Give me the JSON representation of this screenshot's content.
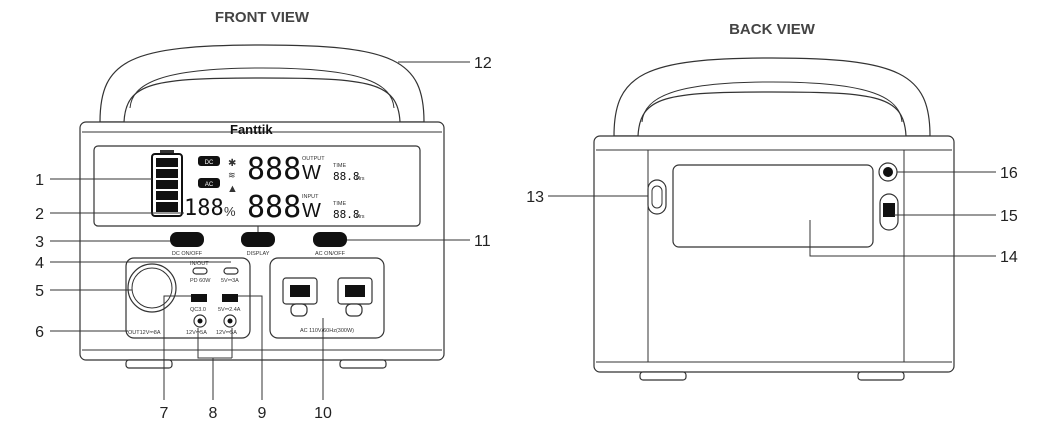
{
  "titles": {
    "front": "FRONT VIEW",
    "back": "BACK VIEW"
  },
  "brand": "Fanttik",
  "lcd": {
    "dc_label": "DC",
    "ac_label": "AC",
    "output_label": "OUTPUT",
    "input_label": "INPUT",
    "time_label": "TIME",
    "hrs_label": "Hrs",
    "power_digits": "888",
    "power_unit": "W",
    "percent_digits": "188",
    "percent_unit": "%",
    "time_digits": "88.8"
  },
  "buttons": {
    "dc": "DC ON/OFF",
    "display": "DISPLAY",
    "ac": "AC ON/OFF"
  },
  "ports": {
    "inout": "IN/OUT",
    "pd": "PD 60W",
    "usb_5v3a": "5V⎓3A",
    "qc": "QC3.0",
    "usb_5v24a": "5V⎓2.4A",
    "dc_12v_a": "12V⎓5A",
    "dc_12v_b": "12V⎓5A",
    "car_out": "OUT12V⎓8A",
    "ac_out": "AC 110V/60Hz(300W)"
  },
  "callouts": {
    "front": [
      "1",
      "2",
      "3",
      "4",
      "5",
      "6",
      "7",
      "8",
      "9",
      "10",
      "11",
      "12"
    ],
    "back": [
      "13",
      "14",
      "15",
      "16"
    ]
  }
}
